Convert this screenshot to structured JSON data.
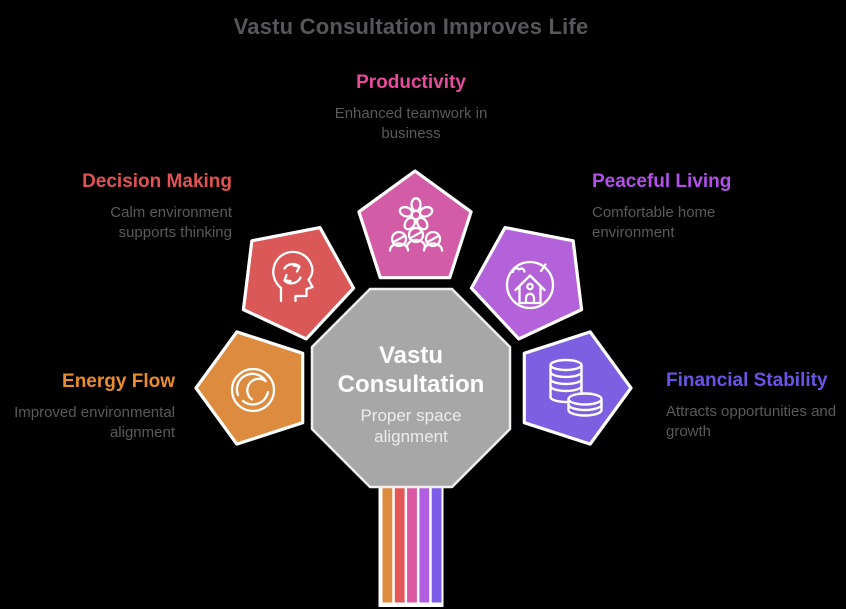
{
  "background_color": "#000000",
  "title": {
    "text": "Vastu Consultation Improves Life",
    "color": "#55575b"
  },
  "text_gray": "#595a5c",
  "center": {
    "heading": "Vastu Consultation",
    "description": "Proper space alignment",
    "fill": "#a7a7a7",
    "border": "#efefef",
    "heading_color": "#ffffff",
    "description_color": "#ececec"
  },
  "sections": [
    {
      "id": "productivity",
      "heading": "Productivity",
      "description": "Enhanced teamwork in business",
      "heading_color": "#e84a9c",
      "shape_fill": "#d25ca6",
      "icon": "teamwork-icon"
    },
    {
      "id": "decision-making",
      "heading": "Decision Making",
      "description": "Calm environment supports thinking",
      "heading_color": "#e05253",
      "shape_fill": "#da5858",
      "icon": "thinking-head-icon"
    },
    {
      "id": "peaceful-living",
      "heading": "Peaceful Living",
      "description": "Comfortable home environment",
      "heading_color": "#b14fe8",
      "shape_fill": "#b362d9",
      "icon": "eco-home-icon"
    },
    {
      "id": "energy-flow",
      "heading": "Energy Flow",
      "description": "Improved environmental alignment",
      "heading_color": "#ea8c2e",
      "shape_fill": "#dd8b3e",
      "icon": "energy-swirl-icon"
    },
    {
      "id": "financial-stability",
      "heading": "Financial Stability",
      "description": "Attracts opportunities and growth",
      "heading_color": "#6b53e6",
      "shape_fill": "#7d60e2",
      "icon": "coins-icon"
    }
  ],
  "ribbon": {
    "background": "#ffffff",
    "stripes": [
      "#dd8b3e",
      "#e25858",
      "#dd58a2",
      "#b05fe0",
      "#7a5ce8"
    ]
  },
  "shape_border": "#ffffff"
}
